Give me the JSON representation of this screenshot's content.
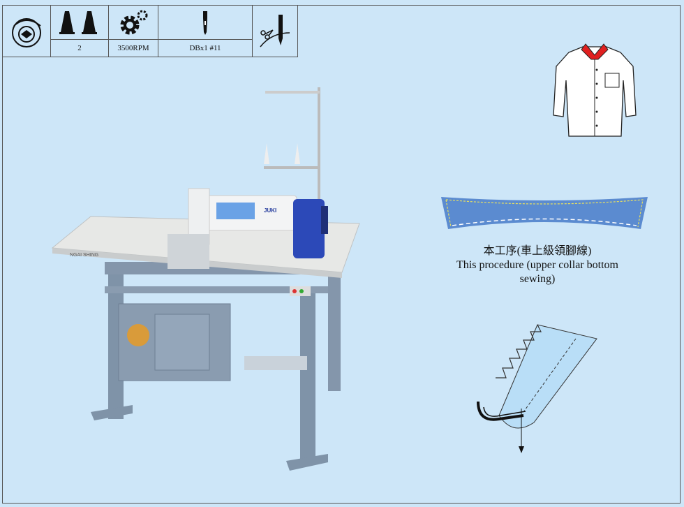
{
  "spec_table": {
    "icons": [
      "rotary-hook-icon",
      "thread-cones-icon",
      "gears-icon",
      "needle-icon",
      "thread-trimmer-icon"
    ],
    "thread_count": "2",
    "speed": "3500RPM",
    "needle": "DBx1  #11"
  },
  "machine": {
    "brand_label": "JUKI",
    "table_label": "NGAI SHING"
  },
  "caption": {
    "chinese": "本工序(車上級領腳線)",
    "english": "This procedure (upper collar bottom sewing)"
  },
  "colors": {
    "background": "#cde6f8",
    "collar_fabric": "#5b8bd0",
    "collar_highlight": "#e02020"
  }
}
